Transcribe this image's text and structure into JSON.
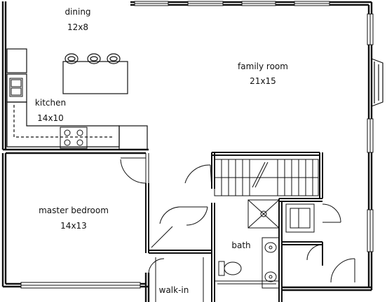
{
  "rooms": {
    "dining": {
      "name": "dining",
      "size": "12x8"
    },
    "kitchen": {
      "name": "kitchen",
      "size": "14x10"
    },
    "family_room": {
      "name": "family room",
      "size": "21x15"
    },
    "master_bedroom": {
      "name": "master bedroom",
      "size": "14x13"
    },
    "bath": {
      "name": "bath"
    },
    "walk_in": {
      "name": "walk-in"
    }
  },
  "colors": {
    "wall": "#111111",
    "fixture": "#222222",
    "background": "#ffffff"
  }
}
